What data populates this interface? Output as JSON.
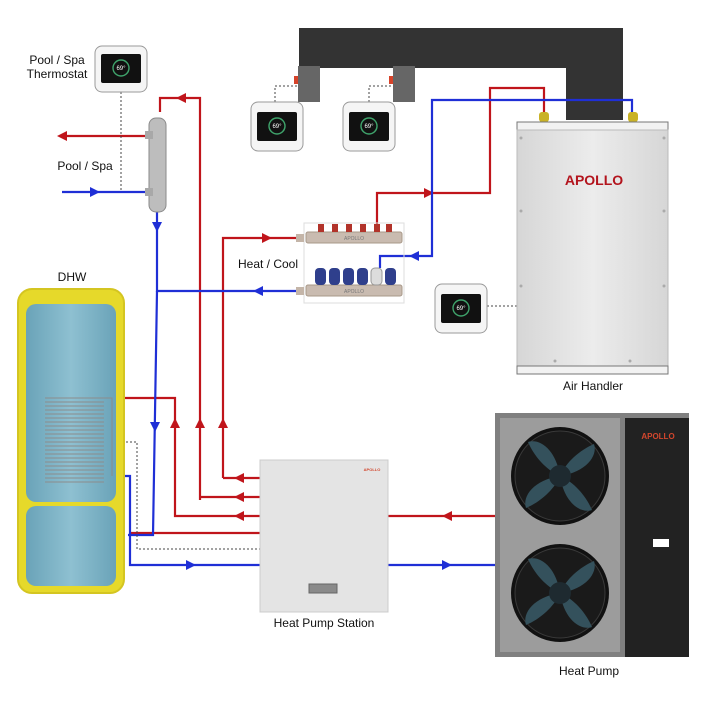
{
  "labels": {
    "pool_thermostat_line1": "Pool / Spa",
    "pool_thermostat_line2": "Thermostat",
    "pool_spa": "Pool / Spa",
    "dhw": "DHW",
    "heat_cool": "Heat / Cool",
    "air_handler": "Air Handler",
    "heat_pump_station": "Heat Pump Station",
    "heat_pump": "Heat Pump"
  },
  "brand": {
    "air_handler": "APOLLO",
    "heat_pump": "APOLLO",
    "station": "APOLLO",
    "manifold_top": "APOLLO",
    "manifold_bottom": "APOLLO"
  },
  "thermostat_reading": "69°",
  "colors": {
    "supply": "#c0151b",
    "return": "#1f2fd6",
    "signal": "#444444",
    "duct": "#333333",
    "tank_shell": "#e6d92a",
    "tank_water": "#7fb1c3",
    "brand": "#b3141d",
    "heat_pump_body": "#808080",
    "heat_pump_panel": "#222222",
    "fan_blade": "#34515c"
  }
}
